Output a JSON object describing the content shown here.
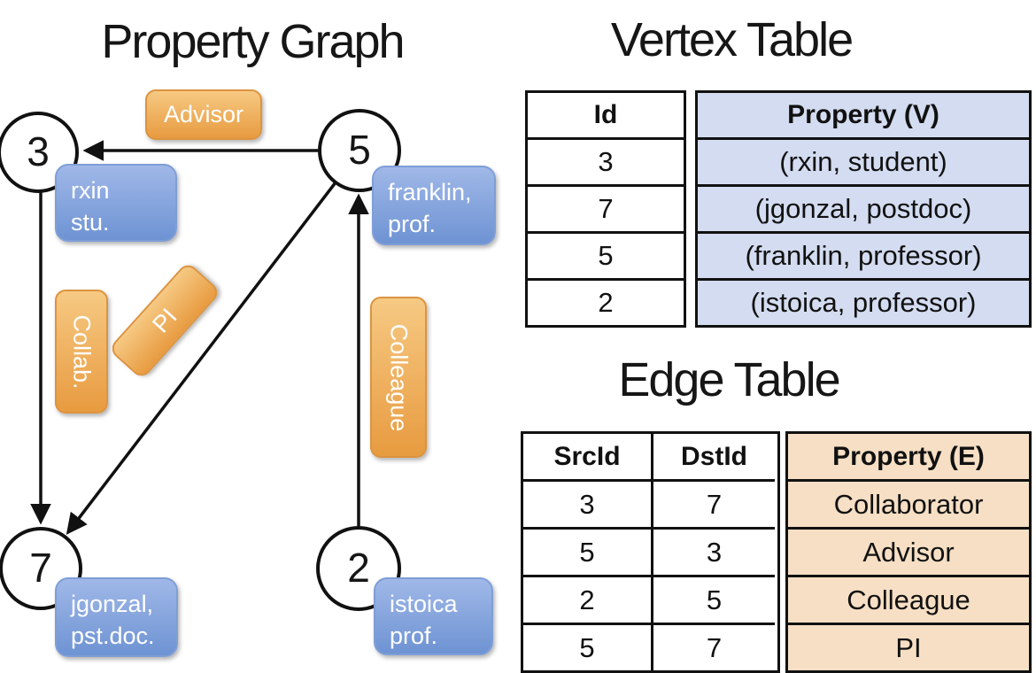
{
  "graph": {
    "title": "Property Graph",
    "nodes": [
      {
        "id": "3",
        "prop_line1": "rxin",
        "prop_line2": "stu."
      },
      {
        "id": "5",
        "prop_line1": "franklin,",
        "prop_line2": "prof."
      },
      {
        "id": "7",
        "prop_line1": "jgonzal,",
        "prop_line2": "pst.doc."
      },
      {
        "id": "2",
        "prop_line1": "istoica",
        "prop_line2": "prof."
      }
    ],
    "edge_labels": [
      {
        "label": "Advisor"
      },
      {
        "label": "Collab."
      },
      {
        "label": "PI"
      },
      {
        "label": "Colleague"
      }
    ]
  },
  "vertex_table": {
    "title": "Vertex Table",
    "headers": {
      "id": "Id",
      "property": "Property (V)"
    },
    "rows": [
      {
        "id": "3",
        "property": "(rxin, student)"
      },
      {
        "id": "7",
        "property": "(jgonzal, postdoc)"
      },
      {
        "id": "5",
        "property": "(franklin, professor)"
      },
      {
        "id": "2",
        "property": "(istoica, professor)"
      }
    ]
  },
  "edge_table": {
    "title": "Edge Table",
    "headers": {
      "src": "SrcId",
      "dst": "DstId",
      "property": "Property (E)"
    },
    "rows": [
      {
        "src": "3",
        "dst": "7",
        "property": "Collaborator"
      },
      {
        "src": "5",
        "dst": "3",
        "property": "Advisor"
      },
      {
        "src": "2",
        "dst": "5",
        "property": "Colleague"
      },
      {
        "src": "5",
        "dst": "7",
        "property": "PI"
      }
    ]
  },
  "colors": {
    "edge_pill_orange": "#eca552",
    "node_pill_blue": "#7e9fd8",
    "vertex_cell_blue": "#d3dcf0",
    "edge_cell_tan": "#f6dfc4",
    "line_black": "#111111"
  }
}
